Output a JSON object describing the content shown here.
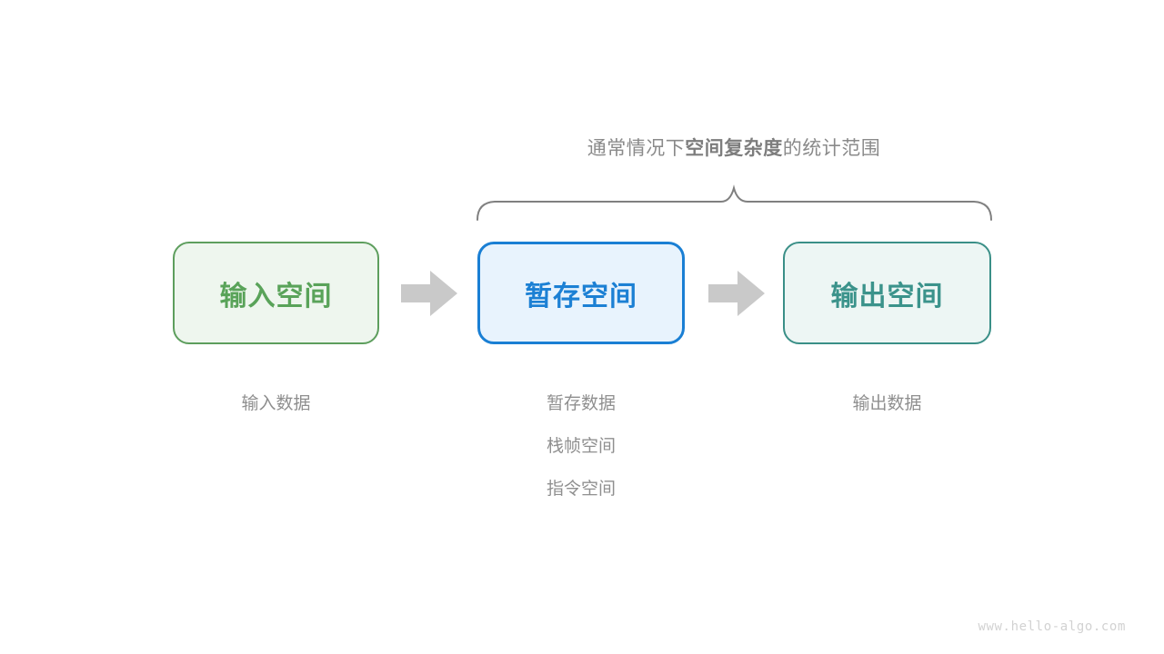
{
  "diagram": {
    "scope_label": {
      "prefix": "通常情况下",
      "emphasis": "空间复杂度",
      "suffix": "的统计范围"
    },
    "brace": {
      "name": "curly-brace",
      "color": "#808080",
      "spans_boxes": [
        "暂存空间",
        "输出空间"
      ]
    },
    "boxes": [
      {
        "id": "input-space",
        "label": "输入空间",
        "text_color": "#59a359",
        "border_color": "#5d9e5d",
        "fill_color": "#eef6ee"
      },
      {
        "id": "temp-space",
        "label": "暂存空间",
        "text_color": "#1c80d4",
        "border_color": "#1a7fd4",
        "fill_color": "#e8f3fd"
      },
      {
        "id": "output-space",
        "label": "输出空间",
        "text_color": "#3b938b",
        "border_color": "#3a8f87",
        "fill_color": "#edf6f4"
      }
    ],
    "arrows": [
      {
        "id": "arrow-input-to-temp",
        "color": "#c9c9c9"
      },
      {
        "id": "arrow-temp-to-output",
        "color": "#c9c9c9"
      }
    ],
    "captions": {
      "input": [
        "输入数据"
      ],
      "temp": [
        "暂存数据",
        "栈帧空间",
        "指令空间"
      ],
      "output": [
        "输出数据"
      ]
    },
    "watermark": "www.hello-algo.com"
  }
}
